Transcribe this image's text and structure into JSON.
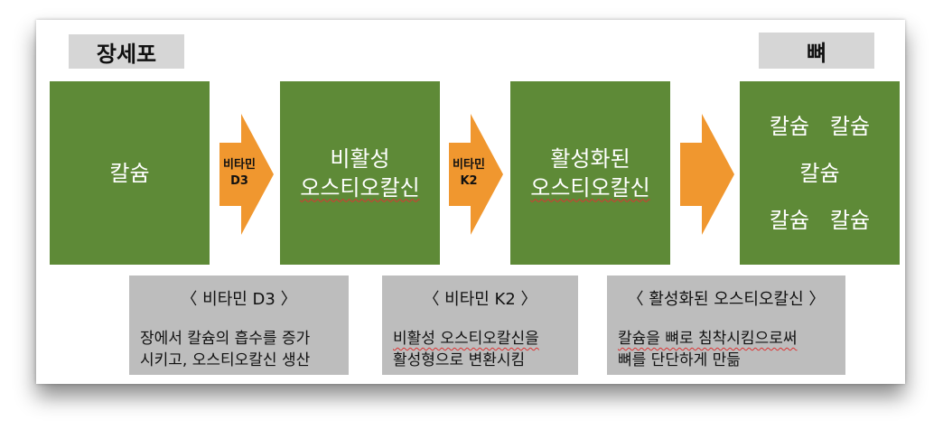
{
  "labels": {
    "top_left": "장세포",
    "top_right": "뼈"
  },
  "boxes": [
    {
      "lines": [
        "칼슘"
      ]
    },
    {
      "lines": [
        "비활성",
        "오스티오칼신"
      ]
    },
    {
      "lines": [
        "활성화된",
        "오스티오칼신"
      ]
    },
    {
      "lines": [
        "칼슘   칼슘",
        "칼슘",
        "칼슘   칼슘"
      ]
    }
  ],
  "arrows": [
    {
      "lines": [
        "비타민",
        "D3"
      ]
    },
    {
      "lines": [
        "비타민",
        "K2"
      ]
    },
    {
      "lines": []
    }
  ],
  "notes": [
    {
      "title": "〈 비타민 D3 〉",
      "lines": [
        "장에서 칼슘의 흡수를 증가",
        "시키고, 오스티오칼신 생산"
      ]
    },
    {
      "title": "〈 비타민 K2 〉",
      "lines": [
        "비활성 오스티오칼신을",
        "활성형으로 변환시킴"
      ]
    },
    {
      "title": "〈 활성화된 오스티오칼신 〉",
      "lines": [
        "칼슘을 뼈로 침착시킴으로써",
        "뼈를 단단하게 만듦"
      ]
    }
  ],
  "colors": {
    "box_green": "#5e8a37",
    "arrow_orange": "#f0972f",
    "tag_gray": "#d6d6d6",
    "note_gray": "#bdbdbd"
  }
}
